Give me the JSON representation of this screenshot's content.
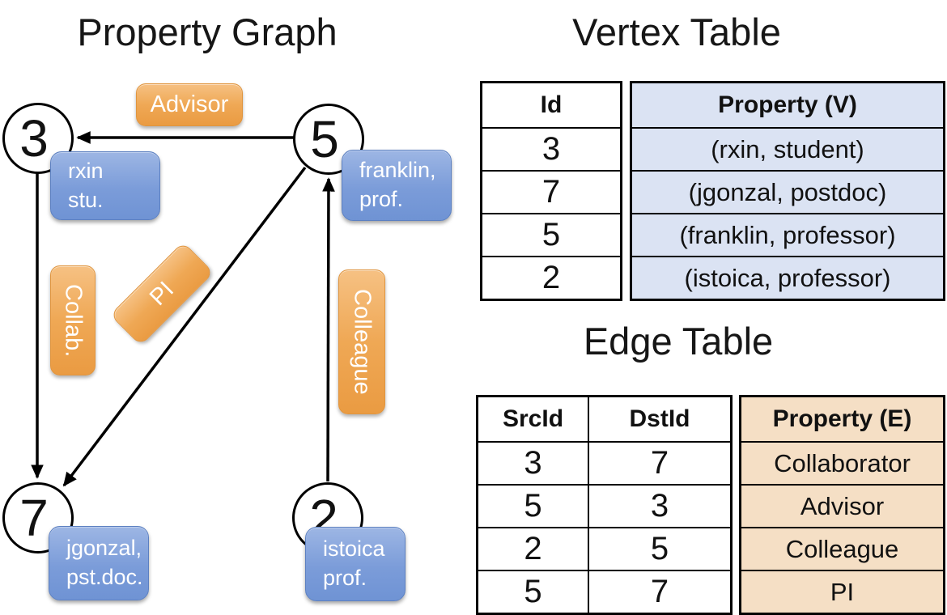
{
  "slide": {
    "graph_title": "Property Graph",
    "vertex_table_title": "Vertex Table",
    "edge_table_title": "Edge Table"
  },
  "graph": {
    "vertices": [
      {
        "id": "3",
        "property_lines": [
          "rxin",
          "stu."
        ]
      },
      {
        "id": "5",
        "property_lines": [
          "franklin,",
          "prof."
        ]
      },
      {
        "id": "7",
        "property_lines": [
          "jgonzal,",
          "pst.doc."
        ]
      },
      {
        "id": "2",
        "property_lines": [
          "istoica",
          "prof."
        ]
      }
    ],
    "edge_labels": {
      "advisor": "Advisor",
      "collab": "Collab.",
      "pi": "PI",
      "colleague": "Colleague"
    }
  },
  "vertex_table": {
    "id_header": "Id",
    "property_header": "Property (V)",
    "rows": [
      {
        "id": "3",
        "property": "(rxin, student)"
      },
      {
        "id": "7",
        "property": "(jgonzal, postdoc)"
      },
      {
        "id": "5",
        "property": "(franklin, professor)"
      },
      {
        "id": "2",
        "property": "(istoica, professor)"
      }
    ]
  },
  "edge_table": {
    "src_header": "SrcId",
    "dst_header": "DstId",
    "property_header": "Property (E)",
    "rows": [
      {
        "src": "3",
        "dst": "7",
        "property": "Collaborator"
      },
      {
        "src": "5",
        "dst": "3",
        "property": "Advisor"
      },
      {
        "src": "2",
        "dst": "5",
        "property": "Colleague"
      },
      {
        "src": "5",
        "dst": "7",
        "property": "PI"
      }
    ]
  },
  "colors": {
    "edge_label_orange": "#EFA855",
    "orange-hi": "#F6C183",
    "orange-lo": "#EA9B42",
    "vertex_property_blue": "#7B9CD9",
    "blue-hi": "#9DB6E4",
    "blue-lo": "#6F93D4",
    "vertex_table_tint": "#DBE3F3",
    "edge_table_tint": "#F5DFC5",
    "line_black": "#000000"
  }
}
